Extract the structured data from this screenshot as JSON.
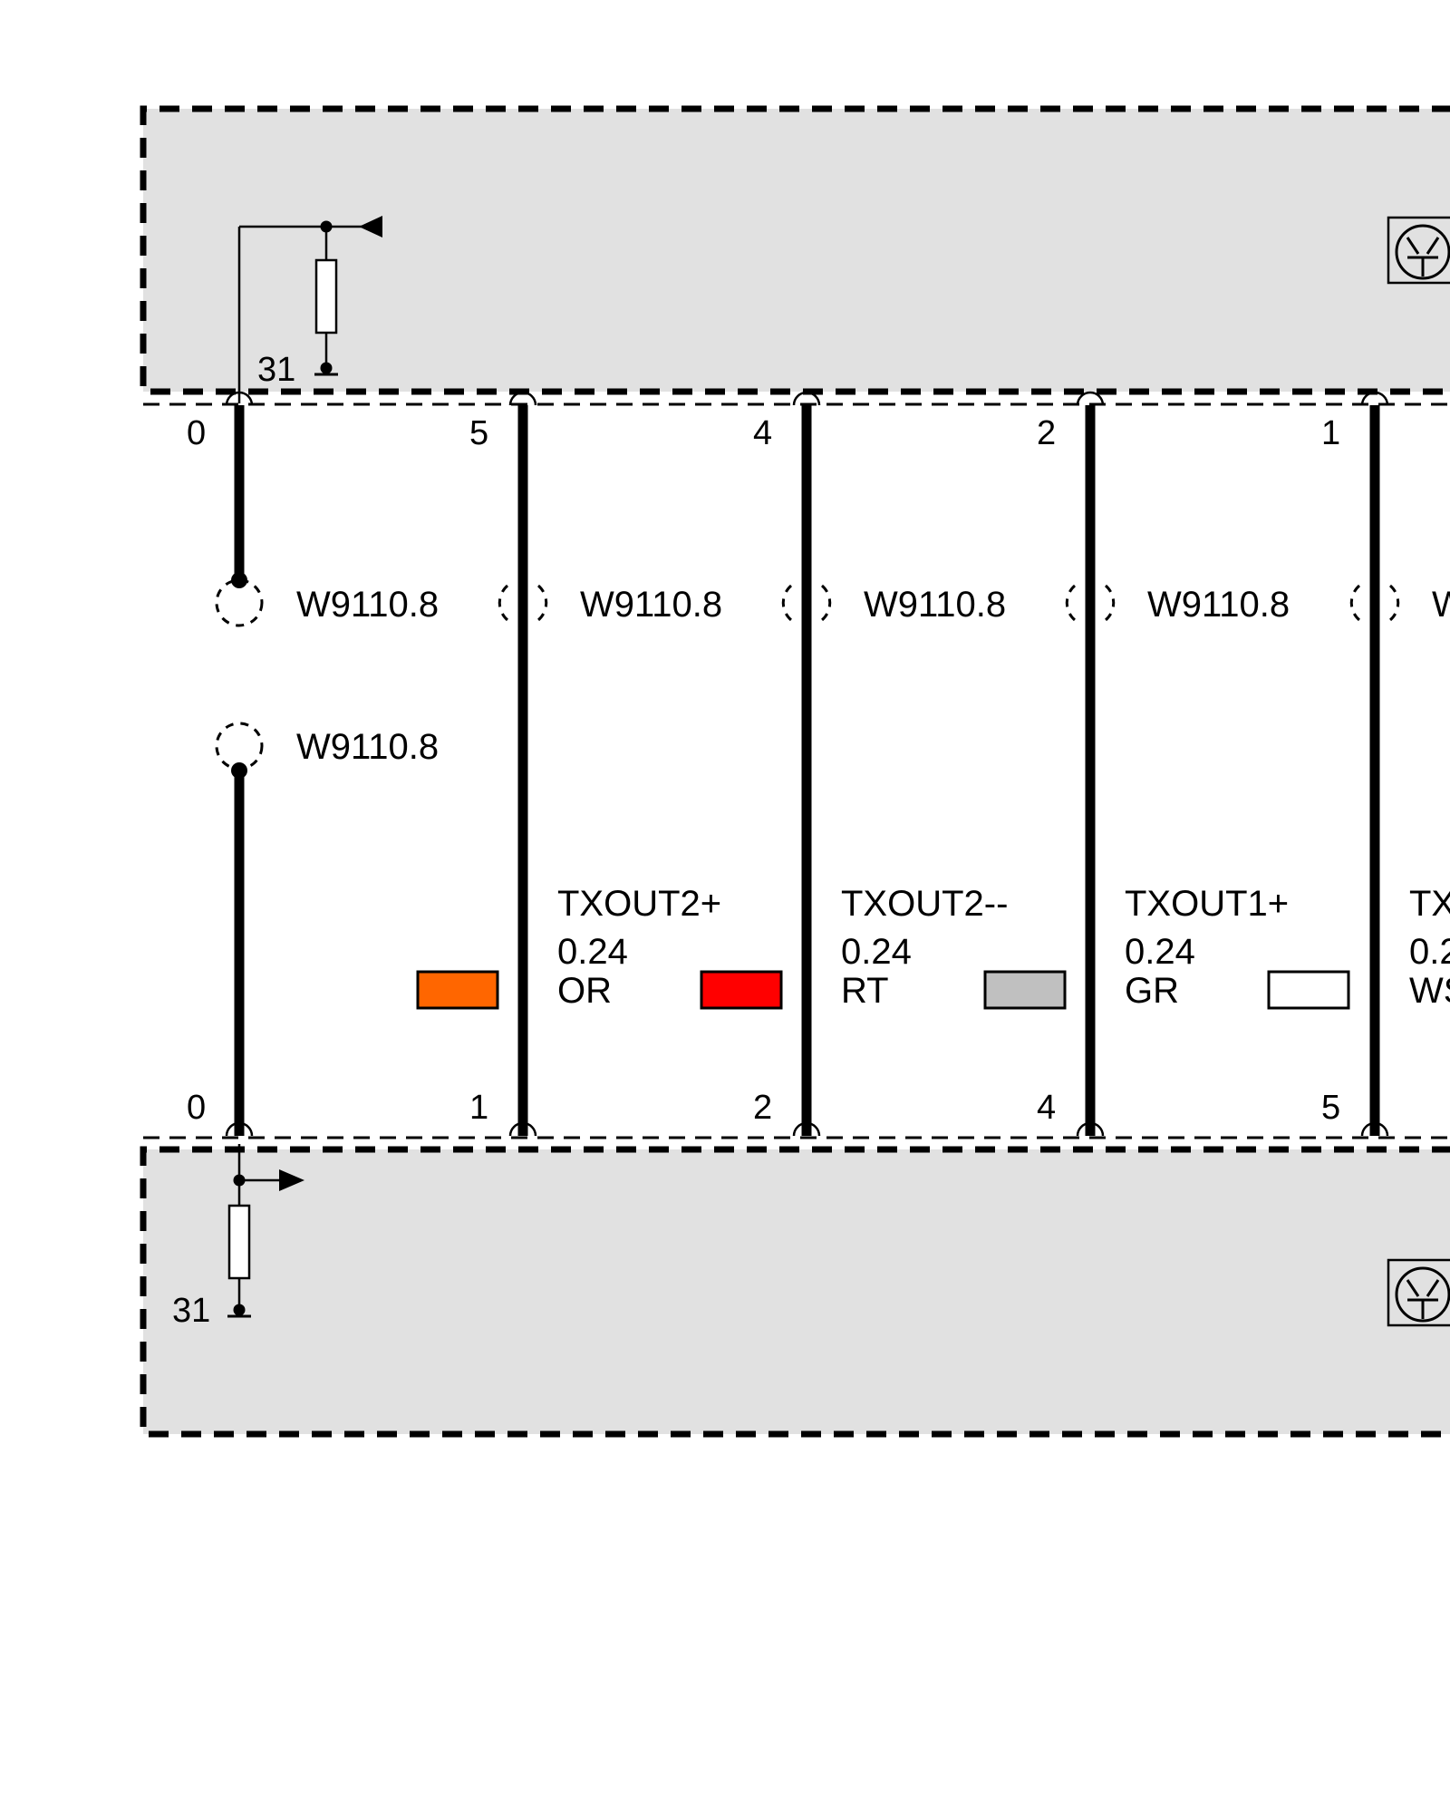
{
  "top_module": {
    "ground_label": "31",
    "pins": [
      "0",
      "5",
      "4",
      "2",
      "1"
    ]
  },
  "bottom_module": {
    "ground_label": "31",
    "pins": [
      "0",
      "1",
      "2",
      "4",
      "5"
    ]
  },
  "wires": [
    {
      "splice_top": "W9110.8",
      "splice_bottom": "W9110.8"
    },
    {
      "splice": "W9110.8",
      "signal": "TXOUT2+",
      "size": "0.24",
      "color_code": "OR",
      "color_hex": "#ff6600"
    },
    {
      "splice": "W9110.8",
      "signal": "TXOUT2--",
      "size": "0.24",
      "color_code": "RT",
      "color_hex": "#ff0000"
    },
    {
      "splice": "W9110.8",
      "signal": "TXOUT1+",
      "size": "0.24",
      "color_code": "GR",
      "color_hex": "#c0c0c0"
    },
    {
      "splice": "W",
      "signal": "TX",
      "size": "0.2",
      "color_code": "WS",
      "color_hex": "#ffffff"
    }
  ]
}
